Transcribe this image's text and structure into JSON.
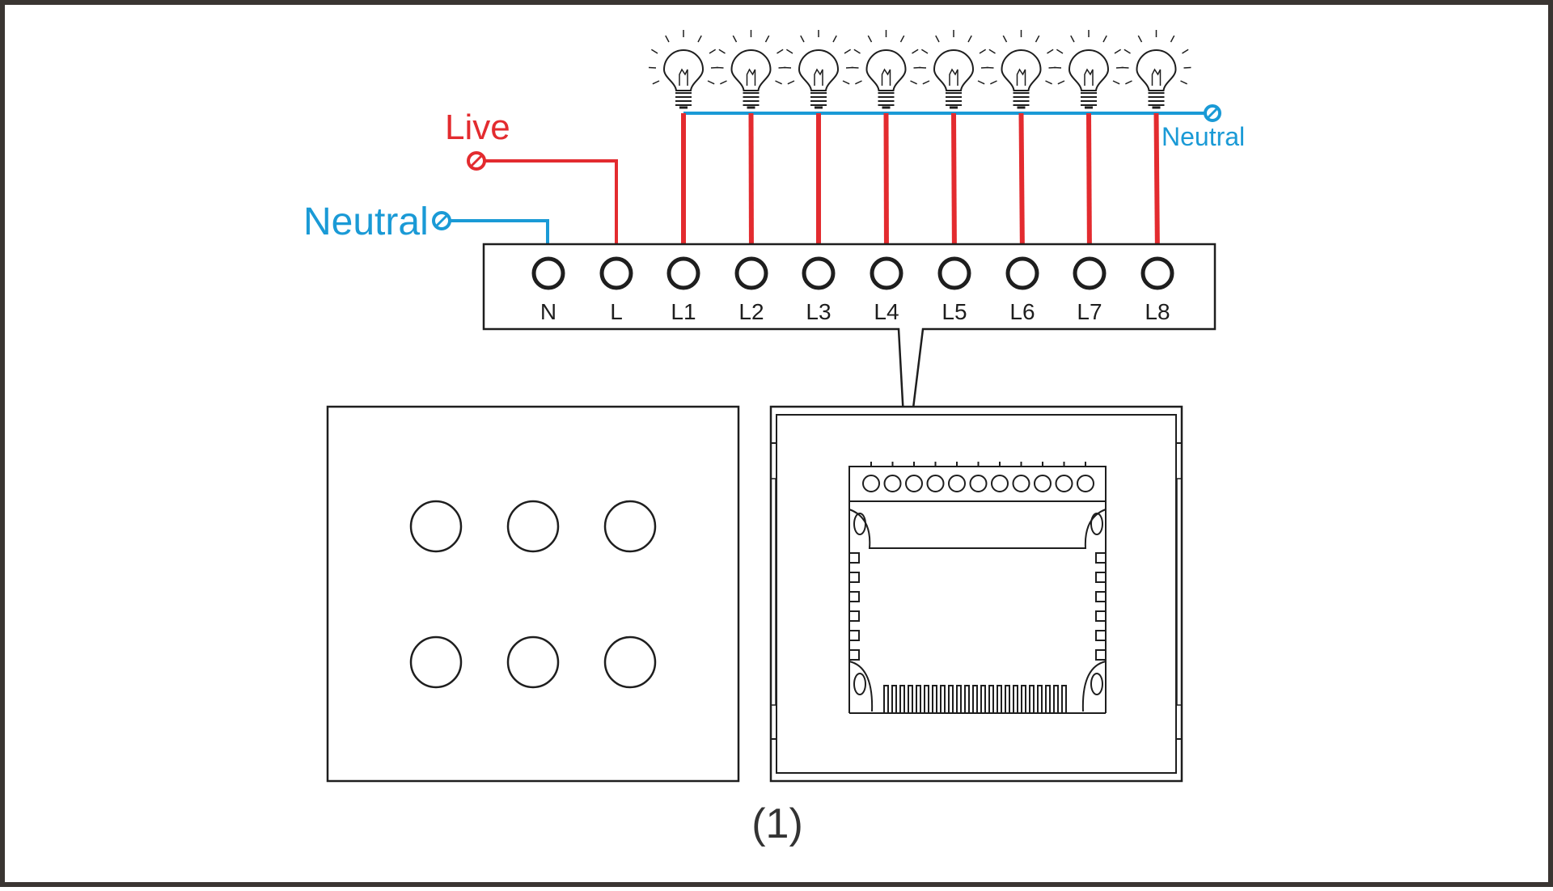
{
  "labels": {
    "live": "Live",
    "neutral_in": "Neutral",
    "neutral_out": "Neutral",
    "figure_caption": "(1)"
  },
  "terminals": [
    "N",
    "L",
    "L1",
    "L2",
    "L3",
    "L4",
    "L5",
    "L6",
    "L7",
    "L8"
  ],
  "front_panel": {
    "button_count": 6,
    "rows": 2,
    "cols": 3
  },
  "lamps": {
    "count": 8
  },
  "colors": {
    "live": "#e32b2f",
    "neutral": "#1a9ad6",
    "outline": "#1e1e1e",
    "frame": "#3a3532"
  }
}
